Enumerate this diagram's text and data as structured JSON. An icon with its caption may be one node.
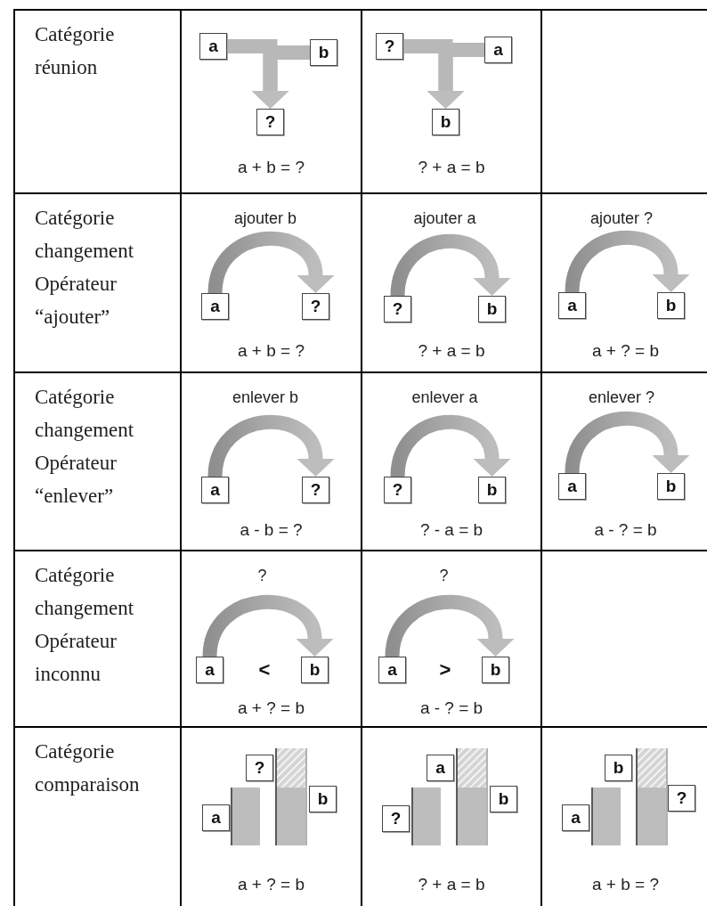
{
  "diagram": {
    "nodes": [
      {
        "text": [
          "Catégorie réunion"
        ]
      },
      {
        "text": [
          "a + b = ?"
        ]
      },
      {
        "text": [
          "a"
        ],
        "in": 1
      },
      {
        "text": [
          "b"
        ],
        "in": 1
      },
      {
        "text": [
          "?"
        ],
        "in": 1
      },
      {
        "text": [
          "? + a = b"
        ]
      },
      {
        "text": [
          "?"
        ],
        "in": 5
      },
      {
        "text": [
          "a"
        ],
        "in": 5
      },
      {
        "text": [
          "b"
        ],
        "in": 5
      },
      {
        "text": [
          "Catégorie changement Opérateur “ajouter”"
        ]
      },
      {
        "text": [
          "a + b = ?"
        ]
      },
      {
        "text": [
          "a"
        ],
        "in": 10
      },
      {
        "text": [
          "?"
        ],
        "in": 10
      },
      {
        "text": [
          "? + a = b"
        ]
      },
      {
        "text": [
          "?"
        ],
        "in": 13
      },
      {
        "text": [
          "b"
        ],
        "in": 13
      },
      {
        "text": [
          "a + ? = b"
        ]
      },
      {
        "text": [
          "a"
        ],
        "in": 16
      },
      {
        "text": [
          "b"
        ],
        "in": 16
      },
      {
        "text": [
          "Catégorie changement Opérateur “enlever”"
        ]
      },
      {
        "text": [
          "a - b = ?"
        ]
      },
      {
        "text": [
          "a"
        ],
        "in": 20
      },
      {
        "text": [
          "?"
        ],
        "in": 20
      },
      {
        "text": [
          "? - a = b"
        ]
      },
      {
        "text": [
          "?"
        ],
        "in": 23
      },
      {
        "text": [
          "b"
        ],
        "in": 23
      },
      {
        "text": [
          "a - ? = b"
        ]
      },
      {
        "text": [
          "a"
        ],
        "in": 26
      },
      {
        "text": [
          "b"
        ],
        "in": 26
      },
      {
        "text": [
          "Catégorie changement Opérateur inconnu"
        ]
      },
      {
        "text": [
          "<",
          "a + ? = b"
        ]
      },
      {
        "text": [
          "a"
        ],
        "in": 30
      },
      {
        "text": [
          "b"
        ],
        "in": 30
      },
      {
        "text": [
          ">",
          "a - ? = b"
        ]
      },
      {
        "text": [
          "a"
        ],
        "in": 33
      },
      {
        "text": [
          "b"
        ],
        "in": 33
      },
      {
        "text": [
          "Catégorie comparaison"
        ]
      },
      {
        "text": [
          "a + ? = b"
        ]
      },
      {
        "text": [
          "a"
        ],
        "in": 37
      },
      {
        "text": [
          "?"
        ],
        "in": 37
      },
      {
        "text": [
          "b"
        ],
        "in": 37
      },
      {
        "text": [
          "? + a = b"
        ]
      },
      {
        "text": [
          "?"
        ],
        "in": 41
      },
      {
        "text": [
          "a"
        ],
        "in": 41
      },
      {
        "text": [
          "b"
        ],
        "in": 41
      },
      {
        "text": [
          "a + b = ?"
        ]
      },
      {
        "text": [
          "a"
        ],
        "in": 45
      },
      {
        "text": [
          "b"
        ],
        "in": 45
      },
      {
        "text": [
          "?"
        ],
        "in": 45
      }
    ],
    "edges": [
      {
        "from": 2,
        "to": 4,
        "arrow": "to"
      },
      {
        "from": 3,
        "to": 4,
        "arrow": "to"
      },
      {
        "from": 7,
        "to": 8,
        "arrow": "to"
      },
      {
        "from": 6,
        "to": 8,
        "arrow": "to"
      },
      {
        "from": 11,
        "to": 12,
        "arrow": "to",
        "label": "ajouter b"
      },
      {
        "from": 14,
        "to": 15,
        "arrow": "to",
        "label": "ajouter a"
      },
      {
        "from": 17,
        "to": 18,
        "arrow": "to",
        "label": "ajouter ?"
      },
      {
        "from": 21,
        "to": 22,
        "arrow": "to",
        "label": "enlever b"
      },
      {
        "from": 24,
        "to": 25,
        "arrow": "to",
        "label": "enlever a"
      },
      {
        "from": 27,
        "to": 28,
        "arrow": "to",
        "label": "enlever ?"
      },
      {
        "from": 31,
        "to": 32,
        "arrow": "to",
        "label": "?"
      },
      {
        "from": 34,
        "to": 35,
        "arrow": "to",
        "label": "?"
      }
    ]
  }
}
